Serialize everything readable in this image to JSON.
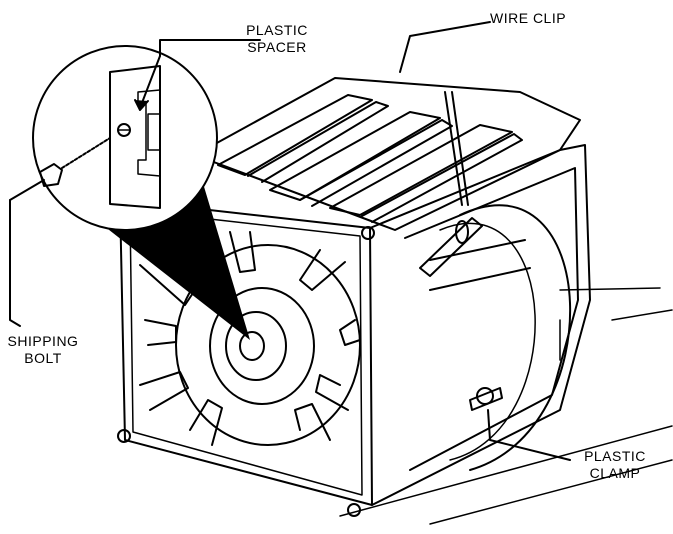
{
  "callouts": {
    "plastic_spacer": {
      "line1": "PLASTIC",
      "line2": "SPACER"
    },
    "wire_clip": {
      "text": "WIRE CLIP"
    },
    "shipping_bolt": {
      "line1": "SHIPPING",
      "line2": "BOLT"
    },
    "plastic_clamp": {
      "line1": "PLASTIC",
      "line2": "CLAMP"
    }
  },
  "colors": {
    "ink": "#000000",
    "paper": "#ffffff"
  }
}
